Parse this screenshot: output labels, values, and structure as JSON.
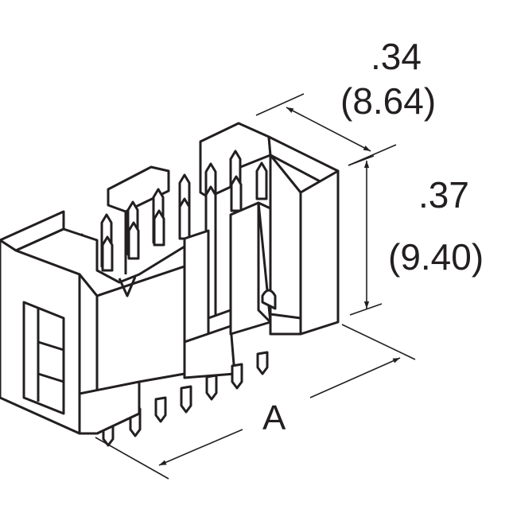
{
  "dimensions": {
    "depth": {
      "inch": ".34",
      "mm": "(8.64)"
    },
    "height": {
      "inch": ".37",
      "mm": "(9.40)"
    },
    "length": {
      "label": "A"
    }
  },
  "colors": {
    "line": "#231f20",
    "body_fill": "#ffffff",
    "pin_fill": "#ffffff"
  }
}
